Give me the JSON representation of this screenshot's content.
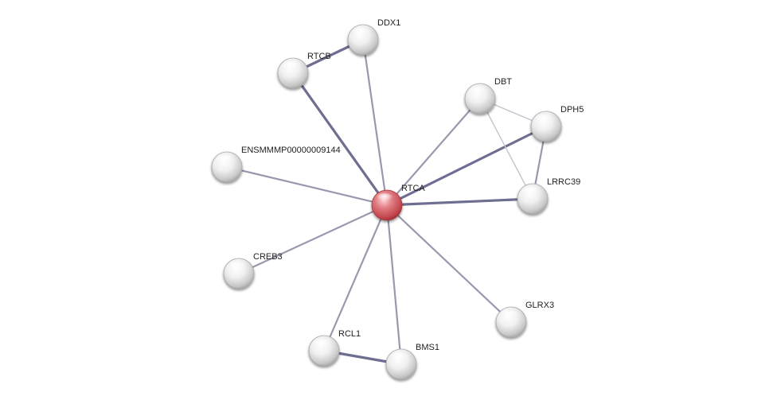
{
  "network": {
    "query_node": "RTCA",
    "colors": {
      "query_node": "#d9575e",
      "partner_node": "#e6e6e6",
      "strong_edge": "#6e6e90",
      "medium_edge": "#9898ae",
      "weak_edge": "#c2c2ce"
    },
    "nodes": [
      {
        "id": "RTCA",
        "label": "RTCA",
        "type": "query"
      },
      {
        "id": "DDX1",
        "label": "DDX1",
        "type": "partner"
      },
      {
        "id": "RTCB",
        "label": "RTCB",
        "type": "partner"
      },
      {
        "id": "DBT",
        "label": "DBT",
        "type": "partner"
      },
      {
        "id": "DPH5",
        "label": "DPH5",
        "type": "partner"
      },
      {
        "id": "ENSMMMP",
        "label": "ENSMMMP00000009144",
        "type": "partner"
      },
      {
        "id": "LRRC39",
        "label": "LRRC39",
        "type": "partner"
      },
      {
        "id": "CREB3",
        "label": "CREB3",
        "type": "partner"
      },
      {
        "id": "GLRX3",
        "label": "GLRX3",
        "type": "partner"
      },
      {
        "id": "RCL1",
        "label": "RCL1",
        "type": "partner"
      },
      {
        "id": "BMS1",
        "label": "BMS1",
        "type": "partner"
      }
    ],
    "edges": [
      {
        "source": "RTCA",
        "target": "RTCB",
        "strength": "strong"
      },
      {
        "source": "RTCA",
        "target": "DDX1",
        "strength": "medium"
      },
      {
        "source": "RTCA",
        "target": "DBT",
        "strength": "medium"
      },
      {
        "source": "RTCA",
        "target": "DPH5",
        "strength": "strong"
      },
      {
        "source": "RTCA",
        "target": "LRRC39",
        "strength": "strong"
      },
      {
        "source": "RTCA",
        "target": "ENSMMMP",
        "strength": "medium"
      },
      {
        "source": "RTCA",
        "target": "CREB3",
        "strength": "medium"
      },
      {
        "source": "RTCA",
        "target": "GLRX3",
        "strength": "medium"
      },
      {
        "source": "RTCA",
        "target": "RCL1",
        "strength": "medium"
      },
      {
        "source": "RTCA",
        "target": "BMS1",
        "strength": "medium"
      },
      {
        "source": "RTCB",
        "target": "DDX1",
        "strength": "strong"
      },
      {
        "source": "DBT",
        "target": "DPH5",
        "strength": "weak"
      },
      {
        "source": "DBT",
        "target": "LRRC39",
        "strength": "weak"
      },
      {
        "source": "DPH5",
        "target": "LRRC39",
        "strength": "medium"
      },
      {
        "source": "RCL1",
        "target": "BMS1",
        "strength": "strong"
      }
    ]
  }
}
